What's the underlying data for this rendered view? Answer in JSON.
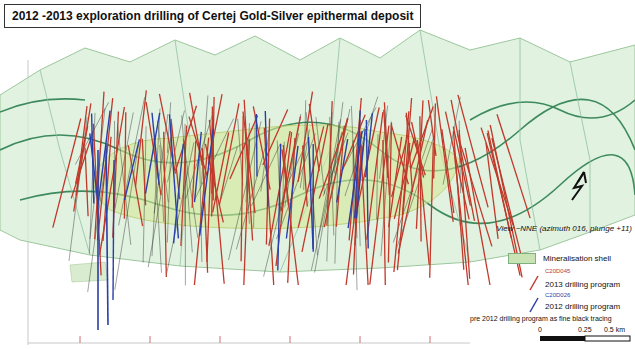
{
  "diagram": {
    "title": "2012 -2013 exploration drilling  of Certej Gold-Silver epithermal deposit",
    "labels": [
      "View ~NNE (azimuth 016, plunge +11)",
      "C20D045",
      "C20D026",
      "0",
      "0.25",
      "0.5 km"
    ],
    "legend": [
      {
        "text": "Mineralisation shell",
        "color": "#c9e3b5"
      },
      {
        "text": "2013 drilling program"
      },
      {
        "text": "2012 drilling program"
      },
      {
        "text": "pre 2012  drilling program as fine black tracing"
      }
    ]
  }
}
